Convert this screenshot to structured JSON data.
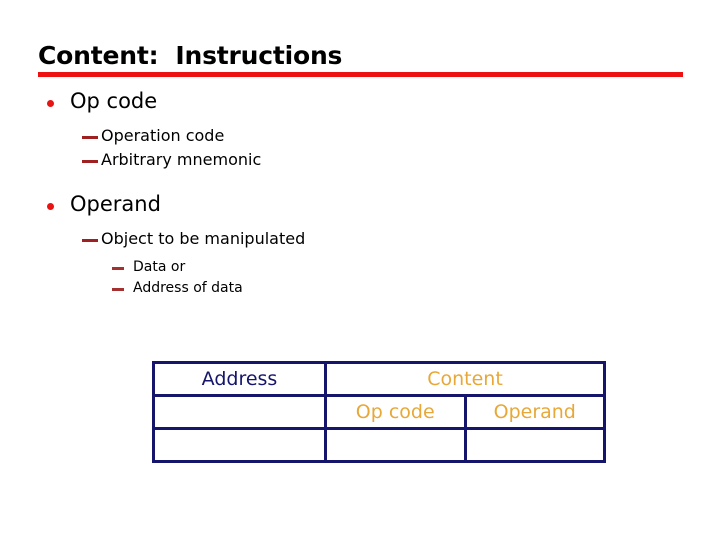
{
  "slide": {
    "title": "Content:  Instructions",
    "rule_color": "#ee1111",
    "background": "#ffffff"
  },
  "bullets": [
    {
      "level": 1,
      "text": "Op code",
      "marker": "red-dot-bullet",
      "marker_color": "#e81313"
    },
    {
      "level": 2,
      "text": "Operation code",
      "marker": "em-dash-bullet",
      "marker_color": "#9e2020"
    },
    {
      "level": 2,
      "text": "Arbitrary mnemonic",
      "marker": "em-dash-bullet",
      "marker_color": "#9e2020"
    },
    {
      "level": 1,
      "text": "Operand",
      "marker": "red-dot-bullet",
      "marker_color": "#e81313"
    },
    {
      "level": 2,
      "text": "Object to be manipulated",
      "marker": "em-dash-bullet",
      "marker_color": "#9e2020"
    },
    {
      "level": 3,
      "text": "Data or",
      "marker": "short-dash-bullet",
      "marker_color": "#a43030"
    },
    {
      "level": 3,
      "text": "Address of data",
      "marker": "short-dash-bullet",
      "marker_color": "#a43030"
    }
  ],
  "table": {
    "border_color": "#15156b",
    "address_text_color": "#15156b",
    "content_text_color": "#e8a838",
    "rows": [
      {
        "address": "Address",
        "content_header": "Content"
      },
      {
        "address": "",
        "op_code": "Op code",
        "operand": "Operand"
      },
      {
        "address": "",
        "op_code": "",
        "operand": ""
      }
    ]
  }
}
